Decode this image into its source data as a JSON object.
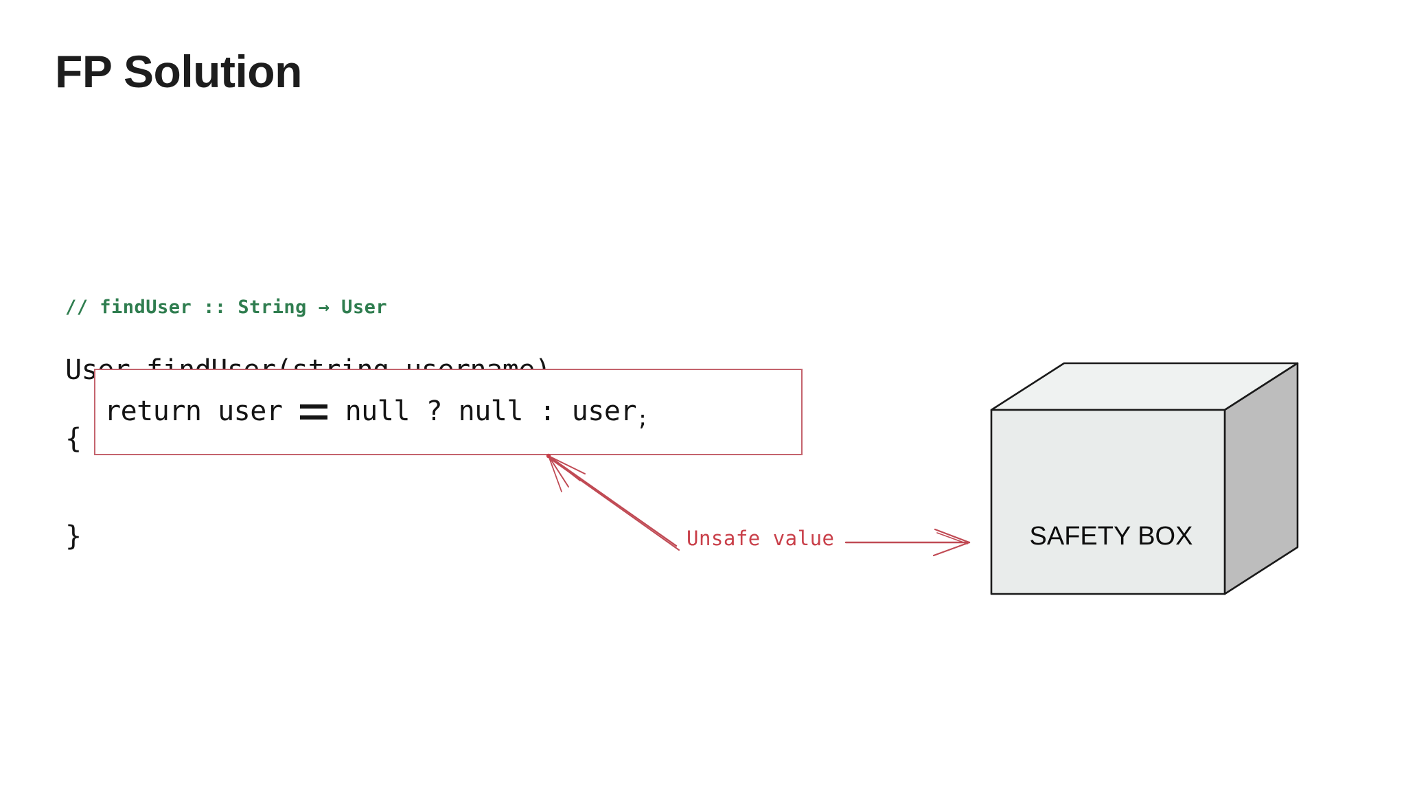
{
  "slide": {
    "title": "FP Solution",
    "background_color": "#ffffff"
  },
  "code": {
    "comment": "// findUser :: String → User",
    "comment_color": "#2f7d4f",
    "signature": "User findUser(string username)",
    "brace_open": "{",
    "brace_close": "}",
    "code_color": "#141414",
    "return_statement": {
      "before_operator": "return user ",
      "operator": "==",
      "after_operator": " null ? null : user",
      "terminator": ";",
      "full_text": "return user == null ? null : user;",
      "highlight_border_color": "#c4636d"
    }
  },
  "annotations": {
    "unsafe_value_label": "Unsafe value",
    "annotation_color": "#c9404a",
    "arrow_to_code": "arrow-up-left",
    "arrow_to_box": "arrow-right"
  },
  "safety_box": {
    "label": "SAFETY BOX",
    "front_face_color": "#e9eceb",
    "top_face_color": "#eff2f1",
    "side_face_color": "#bdbdbd",
    "outline_color": "#1a1a1a"
  }
}
